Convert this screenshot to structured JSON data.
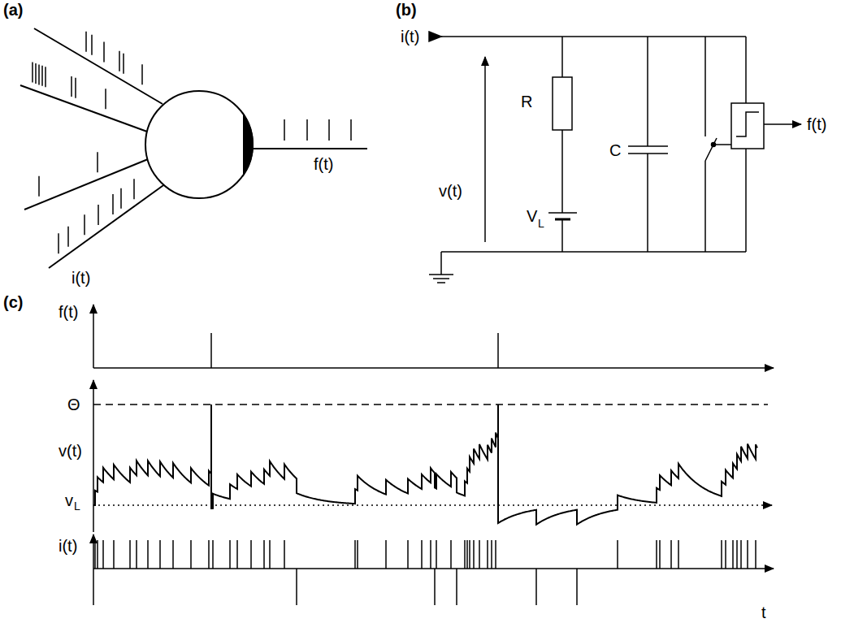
{
  "diagram": {
    "labels": [
      "(a)",
      "i(t)",
      "f(t)",
      "(b)",
      "i(t)",
      "v(t)",
      "R",
      "V",
      "L",
      "C",
      "f(t)",
      "(c)",
      "f(t)",
      "Θ",
      "v(t)",
      "v",
      "L",
      "i(t)",
      "t"
    ]
  }
}
